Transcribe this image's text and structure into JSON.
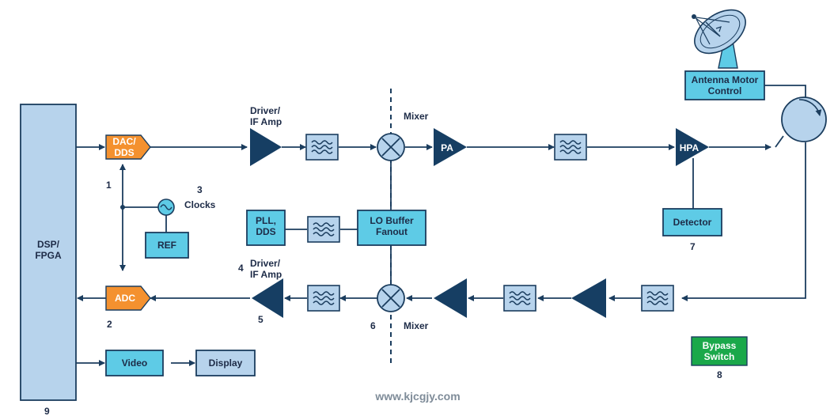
{
  "colors": {
    "line": "#1b3d5e",
    "block_fill": "#5ecbe6",
    "block_stroke": "#1b3d5e",
    "dsp_fill": "#b7d3ec",
    "filter_fill": "#b7d3ec",
    "dac_fill": "#f4912f",
    "bypass_fill": "#1aa84a",
    "amp_fill": "#163e63",
    "text": "#1d2b47"
  },
  "blocks": {
    "dsp": "DSP/\nFPGA",
    "dac": "DAC/\nDDS",
    "adc": "ADC",
    "ref": "REF",
    "pll": "PLL,\nDDS",
    "lo_buffer": "LO Buffer\nFanout",
    "detector": "Detector",
    "antenna_motor": "Antenna Motor\nControl",
    "video": "Video",
    "display": "Display",
    "bypass": "Bypass\nSwitch",
    "pa": "PA",
    "hpa": "HPA"
  },
  "labels": {
    "driver_tx": "Driver/\nIF Amp",
    "driver_rx": "Driver/\nIF Amp",
    "mixer_tx": "Mixer",
    "mixer_rx": "Mixer",
    "clocks": "Clocks",
    "n1": "1",
    "n2": "2",
    "n3": "3",
    "n4": "4",
    "n5": "5",
    "n6": "6",
    "n7": "7",
    "n8": "8",
    "n9": "9"
  },
  "watermark": "www.kjcgjy.com"
}
